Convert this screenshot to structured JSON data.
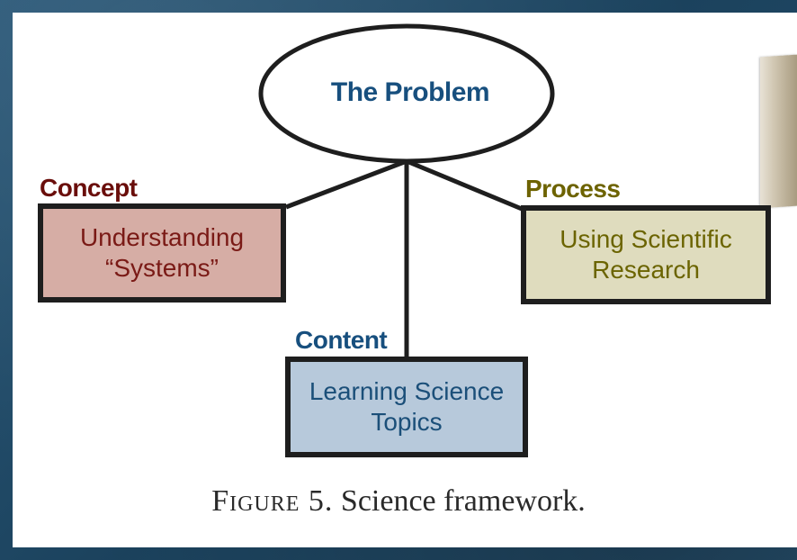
{
  "diagram": {
    "problem": "The Problem",
    "concept": {
      "category": "Concept",
      "text": "Understanding\n“Systems”"
    },
    "process": {
      "category": "Process",
      "text": "Using Scientific\nResearch"
    },
    "content": {
      "category": "Content",
      "text": "Learning Science\nTopics"
    }
  },
  "caption": {
    "figure_label": "Figure 5.",
    "text": "Science framework."
  },
  "colors": {
    "background": "#1f4a66",
    "concept_accent": "#6a0e0b",
    "concept_fill": "#d6ada5",
    "process_accent": "#6d6300",
    "process_fill": "#dfdcbe",
    "content_accent": "#174f7e",
    "content_fill": "#b7c9db"
  }
}
